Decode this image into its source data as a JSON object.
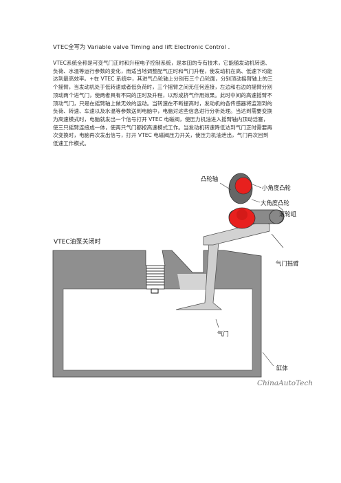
{
  "doc": {
    "title": "VTEC全写为 Variable valve Timing and lift Electronic Control .",
    "paragraph_lines": [
      "VTEC系统全称是可变气门正时和升程电子控制系统，是本田的专有技术，它能随发动机转速、",
      "负荷、水温等运行参数的变化，而适当地调整配气正时和气门升程，使发动机在高、低速下均能",
      "达到最高效率。+在 VTEC 系统中，其进气凸轮轴上分别有三个凸轮面，分别顶动摇臂轴上的三",
      "个摇臂，当发动机处于低转速或者低负荷时，三个摇臂之间无任何连接，左边和右边的摇臂分别",
      "顶动两个进气门，使两者具有不同的正时及升程，以形成挤气作用效果。此时中间的高速摇臂不",
      "顶动气门，只是在摇臂轴上做无效的运动。当转速在不断提高时，发动机的各传感器将监测到的",
      "负荷、转速、车速以及水温等参数送到电脑中，电脑对这些信息进行分析处理。当达到需要变换",
      "为高速模式时，电脑就发出一个信号打开 VTEC 电磁阀，使压力机油进入摇臂轴内顶动活塞，",
      "使三只摇臂连接成一体，使两只气门都按高速模式工作。当发动机转速降低达到气门正时需要再",
      "次变换时，电脑再次发出信号，打开 VTEC 电磁阀压力开关，使压力机油泄出，气门再次回到",
      "低速工作模式。"
    ]
  },
  "diagram": {
    "labels": {
      "camshaft": "凸轮轴",
      "small_cam": "小角度凸轮",
      "large_cam": "大角度凸轮",
      "roller_group": "滚轮组",
      "state": "VTEC油泵关闭时",
      "rocker": "气门摇臂",
      "valve": "气门",
      "cylinder": "缸体"
    },
    "watermark": "ChinaAutoTech",
    "colors": {
      "cam_red": "#e8201e",
      "body_gray": "#888888",
      "dark_gray": "#555555",
      "light_gray": "#cfcfcf"
    }
  }
}
